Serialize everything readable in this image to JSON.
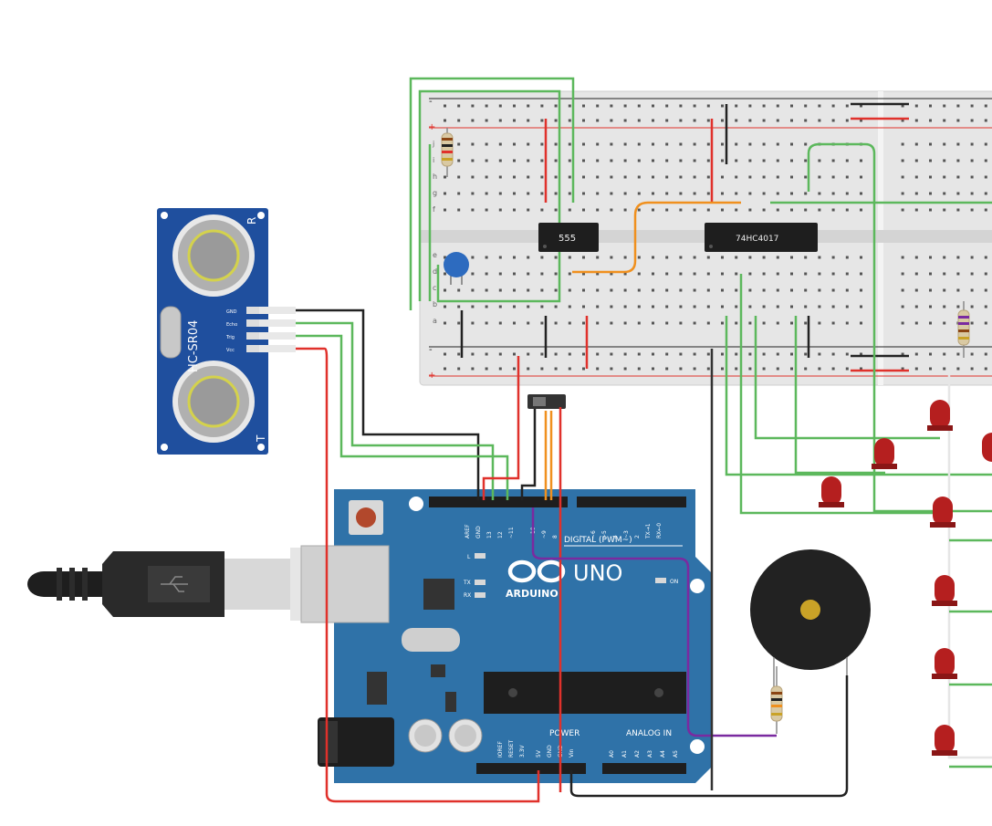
{
  "sensor": {
    "model": "HC-SR04",
    "side_left": "T",
    "side_right": "R",
    "pins": [
      "GND",
      "Echo",
      "Trig",
      "Vcc"
    ]
  },
  "arduino": {
    "brand": "ARDUINO",
    "model": "UNO",
    "digital_label": "DIGITAL (PWM~)",
    "power_label": "POWER",
    "analog_label": "ANALOG IN",
    "top_pins": [
      "AREF",
      "GND",
      "13",
      "12",
      "~11",
      "~10",
      "~9",
      "8",
      "7",
      "~6",
      "~5",
      "4",
      "~3",
      "2",
      "TX→1",
      "RX←0"
    ],
    "power_pins": [
      "IOREF",
      "RESET",
      "3.3V",
      "5V",
      "GND",
      "GND",
      "Vin"
    ],
    "analog_pins": [
      "A0",
      "A1",
      "A2",
      "A3",
      "A4",
      "A5"
    ],
    "led_l": "L",
    "led_tx": "TX",
    "led_rx": "RX",
    "led_on": "ON"
  },
  "chips": {
    "timer": "555",
    "counter": "74HC4017"
  },
  "breadboard": {
    "rows_top": [
      "j",
      "i",
      "h",
      "g",
      "f"
    ],
    "rows_bottom": [
      "e",
      "d",
      "c",
      "b",
      "a"
    ],
    "plus": "+",
    "minus": "-"
  },
  "colors": {
    "wire_green": "#5cb85c",
    "wire_red": "#e0312b",
    "wire_black": "#222222",
    "wire_orange": "#f0901e",
    "wire_purple": "#7a2aa0",
    "board_blue": "#2f72a8",
    "sensor_blue": "#1f4f9e",
    "led_red": "#b51f1f"
  }
}
